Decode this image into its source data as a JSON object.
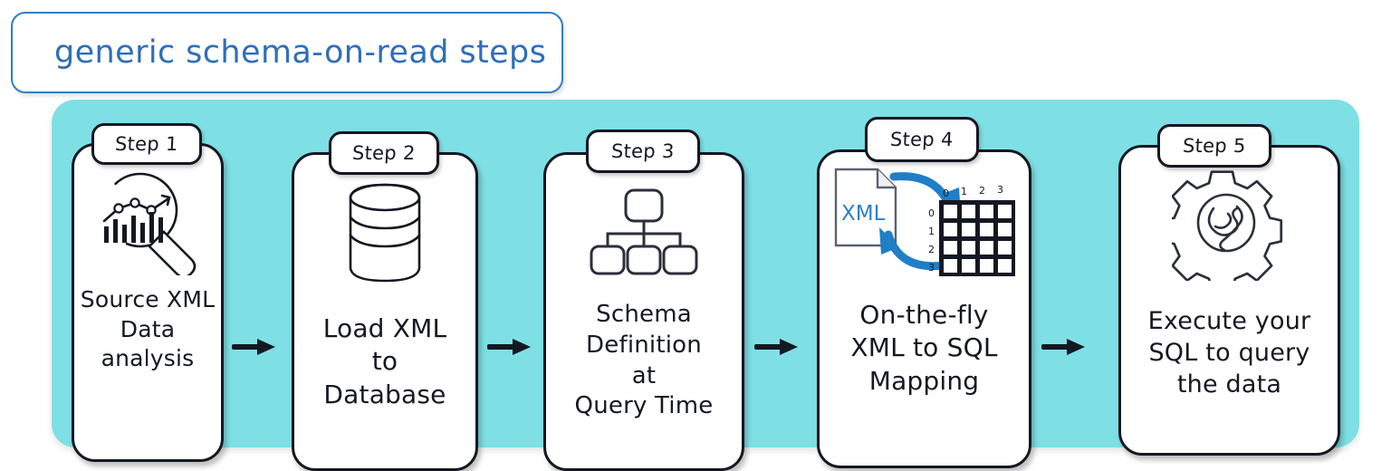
{
  "title": {
    "text": "generic schema-on-read steps",
    "text_color": "#2e6fb7",
    "border_color": "#2f7fc1"
  },
  "panel": {
    "background_color": "#7ee0e5"
  },
  "flow": {
    "arrow_symbol": "→",
    "arrow_color": "#141822",
    "steps": [
      {
        "pill_label": "Step 1",
        "icon": "magnifier-bar-chart-icon",
        "lines": [
          "Source XML",
          "Data",
          "analysis"
        ]
      },
      {
        "pill_label": "Step 2",
        "icon": "database-cylinder-icon",
        "lines": [
          "Load XML",
          "to",
          "Database"
        ]
      },
      {
        "pill_label": "Step 3",
        "icon": "hierarchy-tree-icon",
        "lines": [
          "Schema",
          "Definition",
          "at",
          "Query Time"
        ]
      },
      {
        "pill_label": "Step 4",
        "icon": "xml-file-to-grid-icon",
        "icon_labels": {
          "file_label": "XML",
          "file_label_color": "#2e7fd0",
          "arrow_color": "#1f7fc6",
          "column_indices": [
            "0",
            "1",
            "2",
            "3"
          ],
          "row_indices": [
            "0",
            "1",
            "2",
            "3"
          ]
        },
        "lines": [
          "On-the-fly",
          "XML to SQL",
          "Mapping"
        ]
      },
      {
        "pill_label": "Step 5",
        "icon": "gear-wrench-icon",
        "lines": [
          "Execute your",
          "SQL to query",
          "the data"
        ]
      }
    ]
  }
}
